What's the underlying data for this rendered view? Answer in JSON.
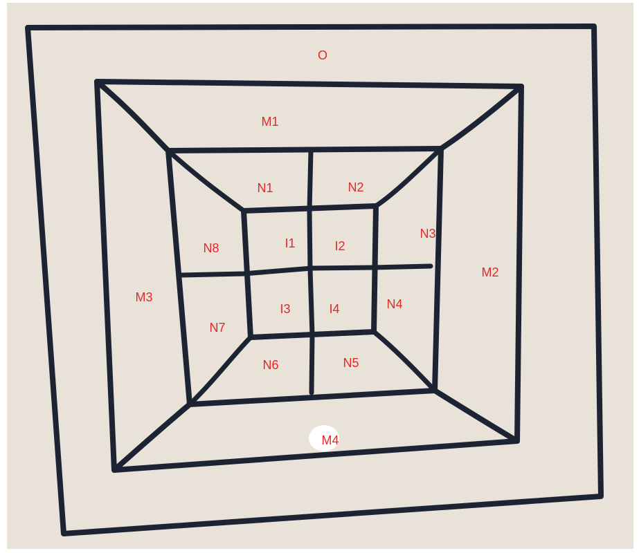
{
  "colors": {
    "paper": "#e8e2d8",
    "ink": "#1c2433",
    "label": "#e02a2a",
    "label_patch": "#ffffff"
  },
  "labels": {
    "o": "O",
    "m1": "M1",
    "m2": "M2",
    "m3": "M3",
    "m4": "M4",
    "n1": "N1",
    "n2": "N2",
    "n3": "N3",
    "n4": "N4",
    "n5": "N5",
    "n6": "N6",
    "n7": "N7",
    "n8": "N8",
    "i1": "I1",
    "i2": "I2",
    "i3": "I3",
    "i4": "I4"
  }
}
